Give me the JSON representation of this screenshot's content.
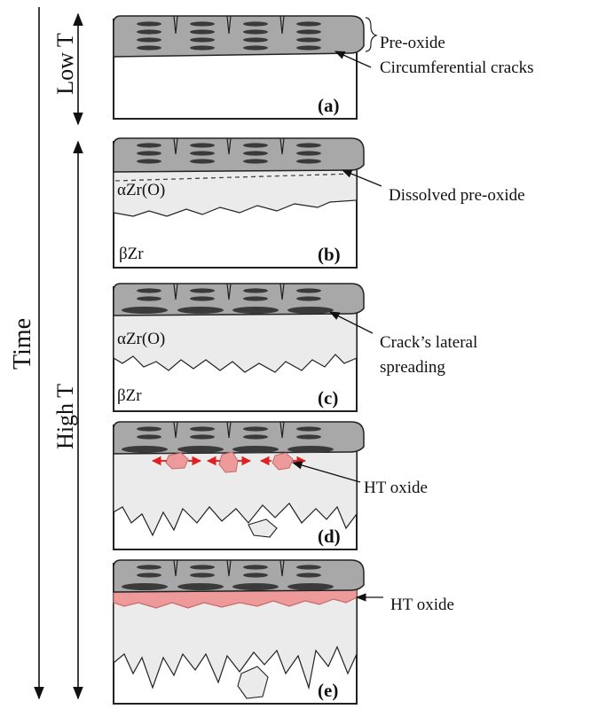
{
  "axis": {
    "time": "Time",
    "low_t": "Low T",
    "high_t": "High T"
  },
  "panels": [
    {
      "tag": "(a)",
      "annotations": [
        "Pre-oxide",
        "Circumferential cracks"
      ]
    },
    {
      "tag": "(b)",
      "phase_alpha": "αZr(O)",
      "phase_beta": "βZr",
      "annotations": [
        "Dissolved pre-oxide"
      ]
    },
    {
      "tag": "(c)",
      "phase_alpha": "αZr(O)",
      "phase_beta": "βZr",
      "annotations": [
        "Crack’s lateral",
        "spreading"
      ]
    },
    {
      "tag": "(d)",
      "annotations": [
        "HT oxide"
      ]
    },
    {
      "tag": "(e)",
      "annotations": [
        "HT oxide"
      ]
    }
  ],
  "colors": {
    "oxide_grey": "#a8a8a8",
    "alpha_zr": "#ebebeb",
    "crack_dark": "#3a3a3a",
    "ht_oxide": "#ef9a9a",
    "arrow_red": "#e02020",
    "line": "#222222"
  }
}
